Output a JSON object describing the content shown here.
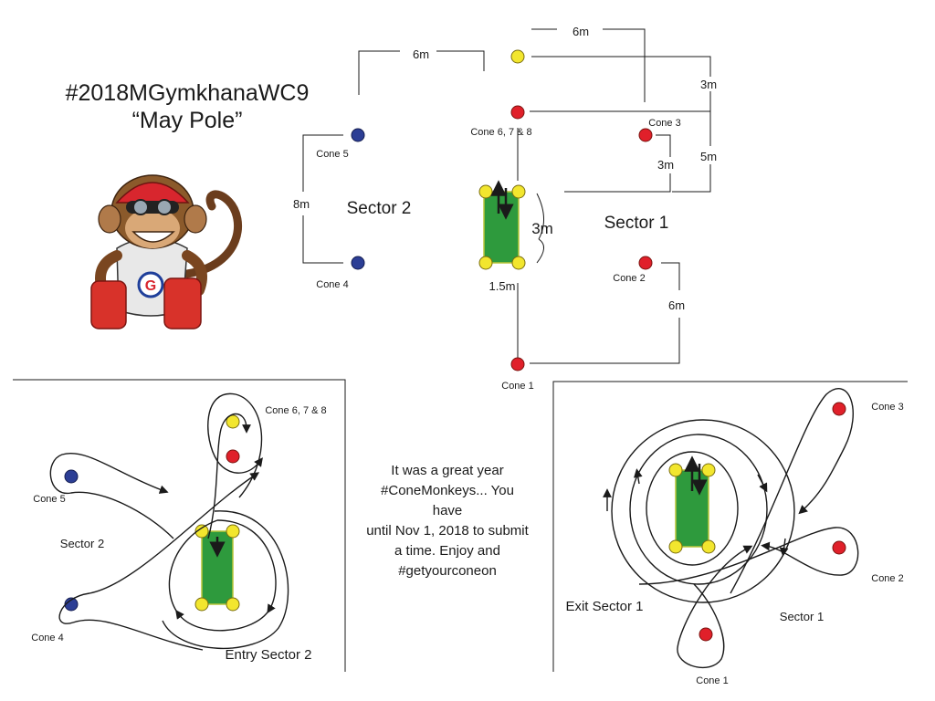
{
  "title": {
    "line1": "#2018MGymkhanaWC9",
    "line2": "“May Pole”"
  },
  "course": {
    "sector1": "Sector 1",
    "sector2": "Sector 2",
    "cone_labels": {
      "cone1": "Cone 1",
      "cone2": "Cone 2",
      "cone3": "Cone 3",
      "cone4": "Cone 4",
      "cone5": "Cone 5",
      "cone678": "Cone 6, 7 & 8"
    },
    "dimensions": {
      "top_left_6m": "6m",
      "top_right_6m": "6m",
      "right_3m_top": "3m",
      "right_5m": "5m",
      "cone3_3m": "3m",
      "box_3m": "3m",
      "box_width": "1.5m",
      "left_8m": "8m",
      "bottom_6m": "6m"
    }
  },
  "sector2_diagram": {
    "sector": "Sector 2",
    "entry": "Entry Sector 2",
    "cone_labels": {
      "cone4": "Cone 4",
      "cone5": "Cone 5",
      "cone678": "Cone 6, 7 & 8"
    }
  },
  "sector1_diagram": {
    "sector": "Sector 1",
    "exit": "Exit Sector 1",
    "cone_labels": {
      "cone1": "Cone 1",
      "cone2": "Cone 2",
      "cone3": "Cone 3"
    }
  },
  "message": {
    "line1": "It was a great year",
    "line2": "#ConeMonkeys... You have",
    "line3": "until Nov 1, 2018 to submit",
    "line4": "a time.  Enjoy and",
    "line5": "#getyourconeon"
  },
  "colors": {
    "cone_red": "#e0202a",
    "cone_blue": "#2c3e95",
    "cone_yellow": "#f2e62e",
    "box_green": "#2e9a3d",
    "line": "#1a1a1a"
  },
  "icons": {
    "mascot": "cone-monkey-mascot-icon",
    "direction": "arrow-icon"
  }
}
